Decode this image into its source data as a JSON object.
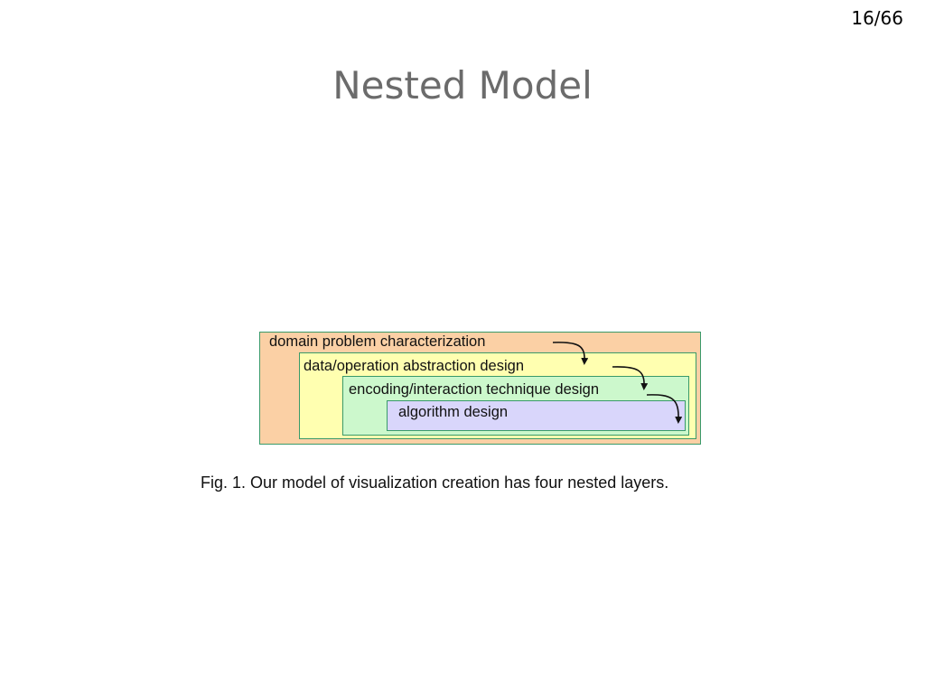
{
  "page_number": "16/66",
  "title": "Nested Model",
  "figure": {
    "layers": [
      {
        "label": "domain problem characterization",
        "fill": "#fbd0a5"
      },
      {
        "label": "data/operation abstraction design",
        "fill": "#ffffb0"
      },
      {
        "label": "encoding/interaction technique design",
        "fill": "#ccf8cc"
      },
      {
        "label": "algorithm design",
        "fill": "#d9d6fb"
      }
    ],
    "caption": "Fig. 1. Our model of visualization creation has four nested layers."
  }
}
